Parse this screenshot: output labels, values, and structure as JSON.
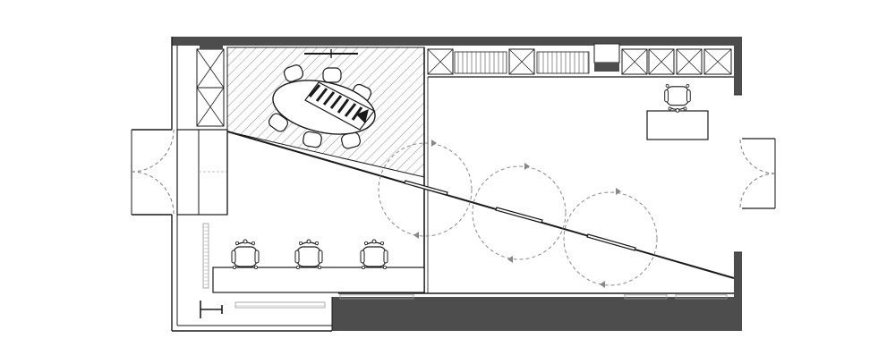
{
  "colors": {
    "background": "#ffffff",
    "wall_dark": "#4d4d4d",
    "line": "#1a1a1a",
    "thin_line": "#555555",
    "dashed": "#7a7a7a",
    "hatch": "#8c8c8c"
  },
  "drawing": {
    "type": "architectural floor plan",
    "elements": [
      "exterior-wall",
      "entry-double-door",
      "right-double-door",
      "hatched-meeting-area",
      "oval-conference-table",
      "staircase",
      "diagonal-glass-partition",
      "pivot-door-swings",
      "desk-counter",
      "task-chairs",
      "storage-cabinets",
      "radiators",
      "office-desk",
      "office-chair"
    ],
    "chair_count_workstations": 3,
    "conference_chairs": 6,
    "pivot_doors": 3
  }
}
